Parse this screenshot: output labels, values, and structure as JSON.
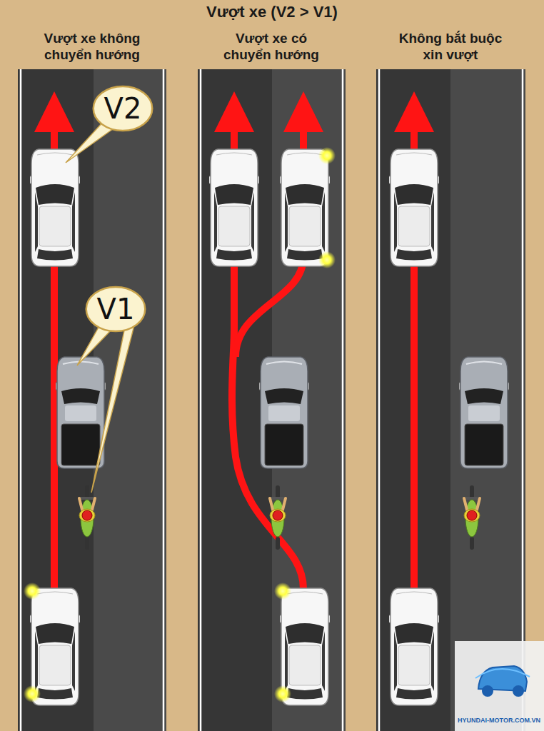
{
  "diagram": {
    "title": "Vượt xe (V2 > V1)",
    "nodes": [
      {
        "text": [
          "V2"
        ]
      },
      {
        "text": [
          "V1"
        ]
      }
    ],
    "labels": [
      "Vượt xe không chuyển hướng",
      "Vượt xe có chuyển hướng",
      "Không bắt buộc xin vượt",
      "HYUNDAI-MOTOR.COM.VN"
    ]
  }
}
